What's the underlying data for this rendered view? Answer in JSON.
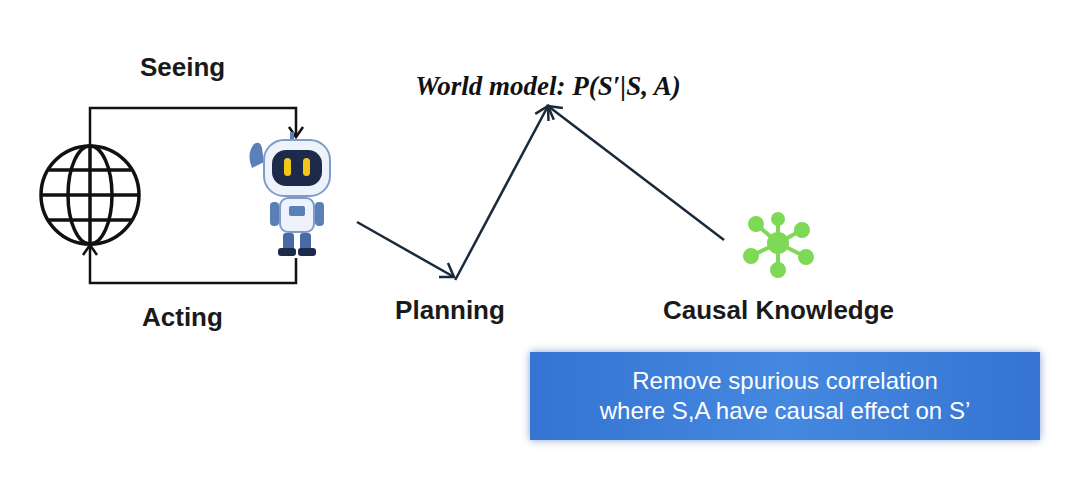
{
  "diagram": {
    "nodes": [
      {
        "text": [
          "World model: P(S′|S, A)"
        ]
      },
      {
        "text": [
          "Planning"
        ]
      },
      {
        "text": [
          "Causal Knowledge"
        ]
      },
      {
        "text": [
          "Remove spurious correlation where S,A have causal effect on S’"
        ]
      }
    ],
    "edges": [
      {
        "from": 1,
        "to": 0,
        "arrow": "to"
      },
      {
        "from": 2,
        "to": 0,
        "arrow": "to"
      }
    ],
    "labels": [
      "Seeing",
      "Acting"
    ]
  }
}
